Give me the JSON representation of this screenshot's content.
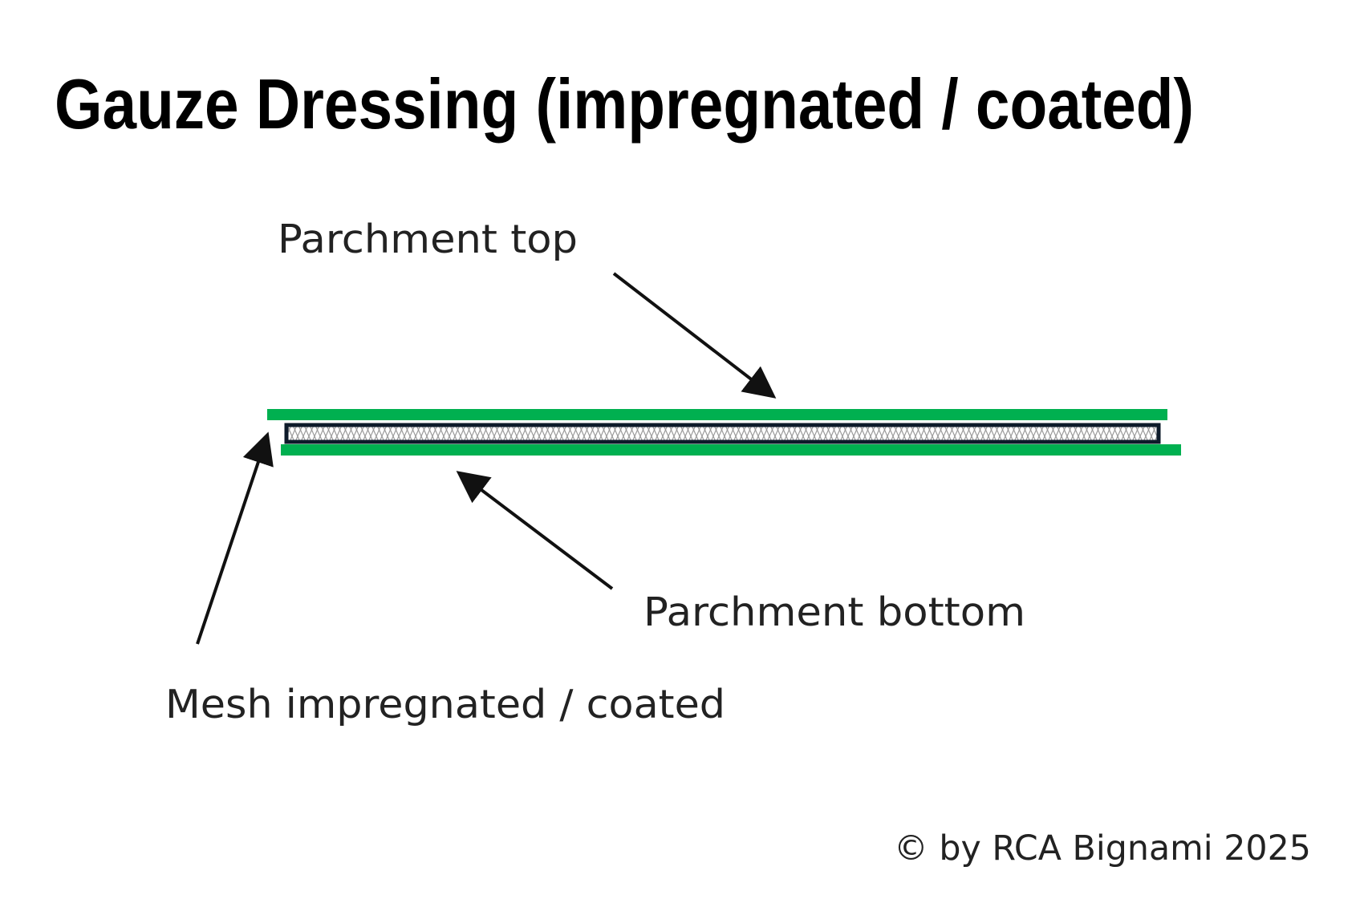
{
  "title": "Gauze Dressing (impregnated / coated)",
  "labels": {
    "parchment_top": "Parchment top",
    "parchment_bottom": "Parchment bottom",
    "mesh": "Mesh impregnated / coated"
  },
  "copyright": "© by RCA Bignami 2025",
  "colors": {
    "parchment": "#00b050",
    "mesh_border": "#0d1b2a",
    "mesh_fill": "#f2f2f2",
    "mesh_pattern": "#9a9a9a",
    "arrow": "#111111",
    "text": "#222222",
    "title": "#000000"
  }
}
